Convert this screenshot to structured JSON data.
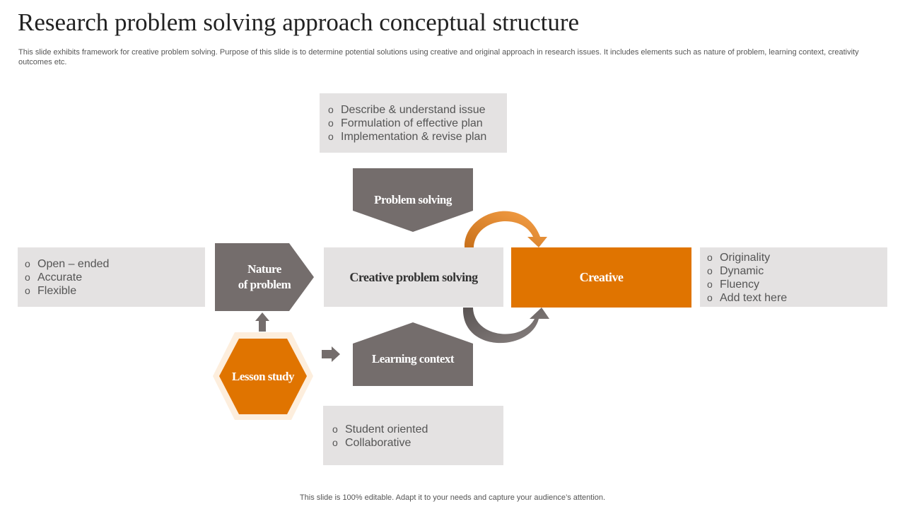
{
  "title": "Research problem solving approach conceptual structure",
  "subtitle": "This slide exhibits framework for creative problem solving. Purpose of this slide is to determine potential solutions using creative and original approach in research issues. It includes elements such as nature of problem, learning context, creativity outcomes etc.",
  "bullet_glyph": "o",
  "colors": {
    "orange": "#e07400",
    "gray": "#746d6c",
    "light": "#e4e2e2"
  },
  "top_box": {
    "items": [
      "Describe & understand  issue",
      "Formulation  of effective plan",
      "Implementation  & revise plan"
    ]
  },
  "left_box": {
    "items": [
      "Open – ended",
      "Accurate",
      "Flexible"
    ]
  },
  "right_box": {
    "items": [
      "Originality",
      "Dynamic",
      "Fluency",
      "Add text here"
    ]
  },
  "bottom_box": {
    "items": [
      "Student oriented",
      "Collaborative"
    ]
  },
  "shapes": {
    "problem_solving": "Problem solving",
    "nature_line1": "Nature",
    "nature_line2": "of problem",
    "center": "Creative problem solving",
    "creative": "Creative",
    "learning_context": "Learning context",
    "lesson_study": "Lesson study"
  },
  "footer": "This slide is 100% editable. Adapt it to your needs and capture your audience’s attention."
}
